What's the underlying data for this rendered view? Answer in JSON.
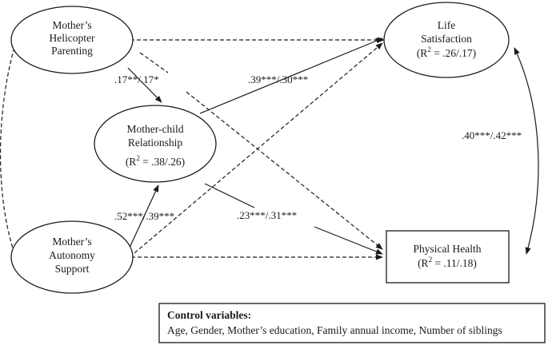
{
  "nodes": {
    "helicopter": {
      "lines": [
        "Mother’s",
        "Helicopter",
        "Parenting"
      ]
    },
    "relationship": {
      "lines": [
        "Mother-child",
        "Relationship"
      ],
      "r2_prefix": "(R",
      "r2_sup": "2",
      "r2_suffix": " = .38/.26)"
    },
    "autonomy": {
      "lines": [
        "Mother’s",
        "Autonomy",
        "Support"
      ]
    },
    "life": {
      "lines": [
        "Life",
        "Satisfaction"
      ],
      "r2_prefix": "(R",
      "r2_sup": "2",
      "r2_suffix": " = .26/.17)"
    },
    "health": {
      "lines": [
        "Physical Health"
      ],
      "r2_prefix": "(R",
      "r2_sup": "2",
      "r2_suffix": " = .11/.18)"
    }
  },
  "paths": {
    "helicopter_to_relationship": ".17**/.17*",
    "relationship_to_life": ".39***/.30***",
    "autonomy_to_relationship": ".52***/.39***",
    "relationship_to_health": ".23***/.31***",
    "life_health_covariance": ".40***/.42***"
  },
  "controls": {
    "title": "Control variables:",
    "items": "Age, Gender, Mother’s education, Family annual income, Number of siblings"
  }
}
